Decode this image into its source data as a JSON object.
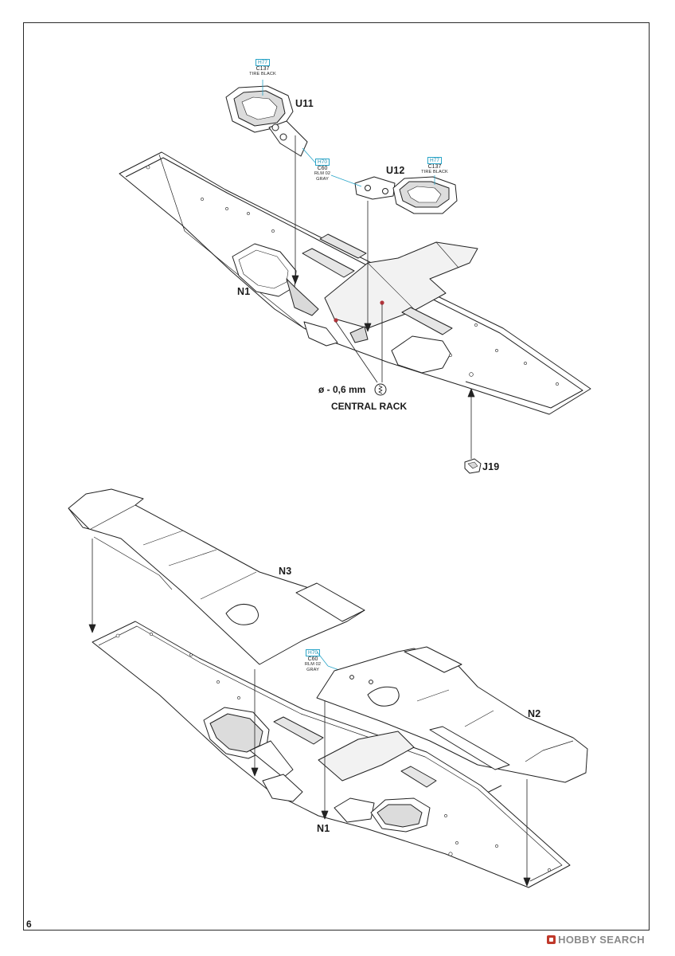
{
  "page": {
    "number": "6"
  },
  "parts": {
    "u11": "U11",
    "u12": "U12",
    "n1_top": "N1",
    "n1_bottom": "N1",
    "n2": "N2",
    "n3": "N3",
    "j19": "J19"
  },
  "callouts": {
    "tire_u11": {
      "code": "H77",
      "code2": "C137",
      "name": "TIRE BLACK"
    },
    "tire_u12": {
      "code": "H77",
      "code2": "C137",
      "name": "TIRE BLACK"
    },
    "gray_top": {
      "code": "H70",
      "code2": "C60",
      "name_line1": "RLM 02",
      "name_line2": "GRAY"
    },
    "gray_bottom": {
      "code": "H70",
      "code2": "C60",
      "name_line1": "RLM 02",
      "name_line2": "GRAY"
    }
  },
  "notes": {
    "drill": "ø - 0,6 mm",
    "central_rack": "CENTRAL RACK"
  },
  "watermark": {
    "text": "HOBBY SEARCH"
  },
  "colors": {
    "callout_accent": "#2aa5c8",
    "drill_mark": "#b0343a",
    "line": "#222222",
    "fill_shade": "#d9d9d9"
  }
}
